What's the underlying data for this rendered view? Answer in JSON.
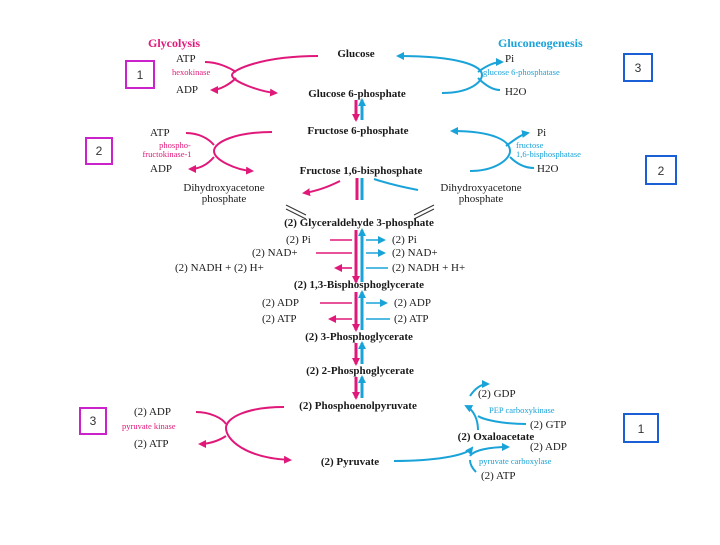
{
  "headers": {
    "glycolysis": "Glycolysis",
    "gluconeogenesis": "Gluconeogenesis"
  },
  "colors": {
    "glycolysis": "#e0187a",
    "gluconeogenesis": "#1aa3d8",
    "magenta_box": "#cc22cc",
    "blue_box": "#1a5fd6"
  },
  "metabolites": {
    "glucose": "Glucose",
    "g6p": "Glucose 6-phosphate",
    "f6p": "Fructose 6-phosphate",
    "f16bp": "Fructose 1,6-bisphosphate",
    "dhap_left": "Dihydroxyacetone\nphosphate",
    "dhap_right": "Dihydroxyacetone\nphosphate",
    "gap": "(2) Glyceraldehyde 3-phosphate",
    "bpg": "(2) 1,3-Bisphosphoglycerate",
    "pg3": "(2) 3-Phosphoglycerate",
    "pg2": "(2) 2-Phosphoglycerate",
    "pep": "(2) Phosphoenolpyruvate",
    "oaa": "(2) Oxaloacetate",
    "pyruvate": "(2) Pyruvate"
  },
  "cofactors": {
    "atp1": "ATP",
    "adp1": "ADP",
    "pi1": "Pi",
    "h2o1": "H2O",
    "atp2": "ATP",
    "adp2": "ADP",
    "pi2": "Pi",
    "h2o2": "H2O",
    "pi_left": "(2) Pi",
    "nad_left": "(2) NAD+",
    "nadh_left": "(2) NADH + (2) H+",
    "pi_right": "(2) Pi",
    "nad_right": "(2) NAD+",
    "nadh_right": "(2) NADH + H+",
    "adp_left": "(2) ADP",
    "atp_left": "(2) ATP",
    "adp_right": "(2) ADP",
    "atp_right": "(2) ATP",
    "adp_pk": "(2) ADP",
    "atp_pk": "(2) ATP",
    "gdp": "(2) GDP",
    "gtp": "(2) GTP",
    "adp_pc": "(2) ADP",
    "atp_pc": "(2) ATP"
  },
  "enzymes": {
    "hexokinase": "hexokinase",
    "g6pase": "glucose 6-phosphatase",
    "pfk1_line1": "phospho-",
    "pfk1_line2": "fructokinase-1",
    "fbpase_line1": "fructose",
    "fbpase_line2": "1,6-bisphosphatase",
    "pyruvate_kinase": "pyruvate kinase",
    "pepck": "PEP carboxykinase",
    "pc": "pyruvate carboxylase"
  },
  "step_boxes": {
    "left_top": "1",
    "left_mid": "2",
    "left_bottom": "3",
    "right_top": "3",
    "right_mid": "2",
    "right_bottom": "1"
  }
}
